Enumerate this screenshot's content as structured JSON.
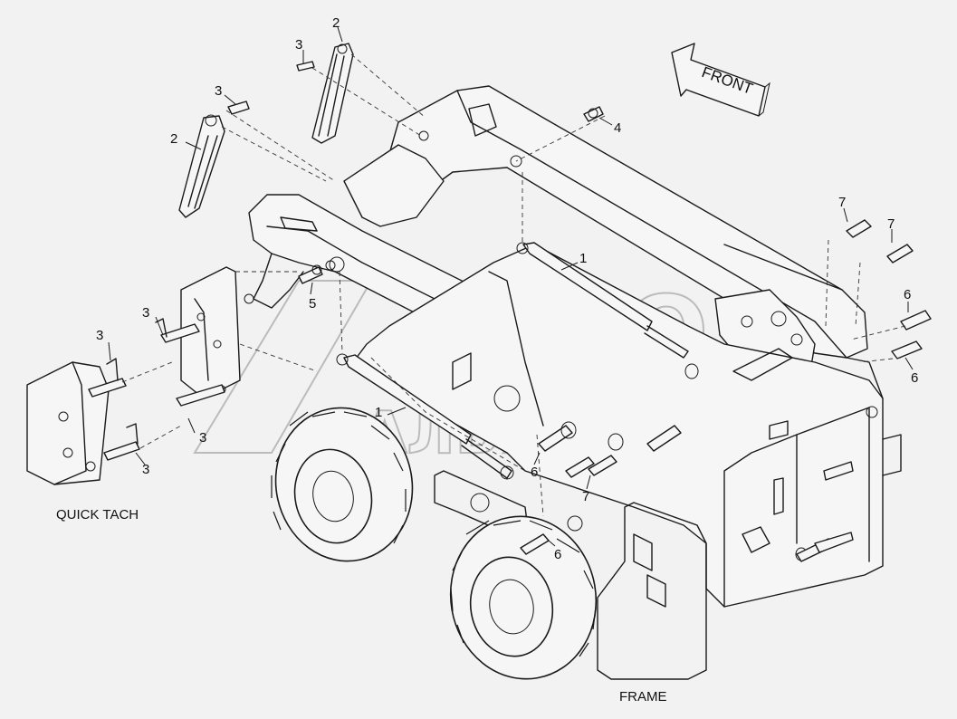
{
  "captions": {
    "quick_tach": "QUICK TACH",
    "frame": "FRAME"
  },
  "direction_arrow": {
    "label": "FRONT"
  },
  "watermark": {
    "line1": "АВТО",
    "line2": "АЛЬЯНС"
  },
  "callouts": [
    {
      "id": "c1a",
      "text": "1"
    },
    {
      "id": "c1b",
      "text": "1"
    },
    {
      "id": "c2a",
      "text": "2"
    },
    {
      "id": "c2b",
      "text": "2"
    },
    {
      "id": "c3a",
      "text": "3"
    },
    {
      "id": "c3b",
      "text": "3"
    },
    {
      "id": "c3c",
      "text": "3"
    },
    {
      "id": "c3d",
      "text": "3"
    },
    {
      "id": "c3e",
      "text": "3"
    },
    {
      "id": "c3f",
      "text": "3"
    },
    {
      "id": "c4",
      "text": "4"
    },
    {
      "id": "c5",
      "text": "5"
    },
    {
      "id": "c6a",
      "text": "6"
    },
    {
      "id": "c6b",
      "text": "6"
    },
    {
      "id": "c6c",
      "text": "6"
    },
    {
      "id": "c6d",
      "text": "6"
    },
    {
      "id": "c7a",
      "text": "7"
    },
    {
      "id": "c7b",
      "text": "7"
    },
    {
      "id": "c7c",
      "text": "7"
    }
  ]
}
